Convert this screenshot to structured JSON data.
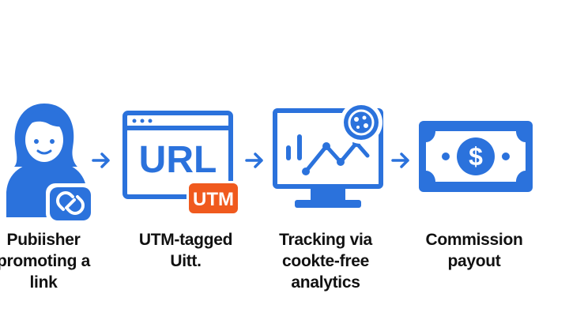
{
  "colors": {
    "primary": "#2b72dc",
    "accent": "#f05a1e",
    "text": "#111111",
    "background": "#ffffff"
  },
  "steps": [
    {
      "icon": "publisher-person-icon",
      "label": "Pubiisher\npromoting a\nlink"
    },
    {
      "icon": "url-browser-icon",
      "icon_text": "URL",
      "badge": "UTM",
      "label": "UTM-tagged\nUitt."
    },
    {
      "icon": "analytics-monitor-icon",
      "label": "Tracking via\ncookte-free\nanalytics"
    },
    {
      "icon": "dollar-bill-icon",
      "label": "Commission\npayout"
    }
  ]
}
